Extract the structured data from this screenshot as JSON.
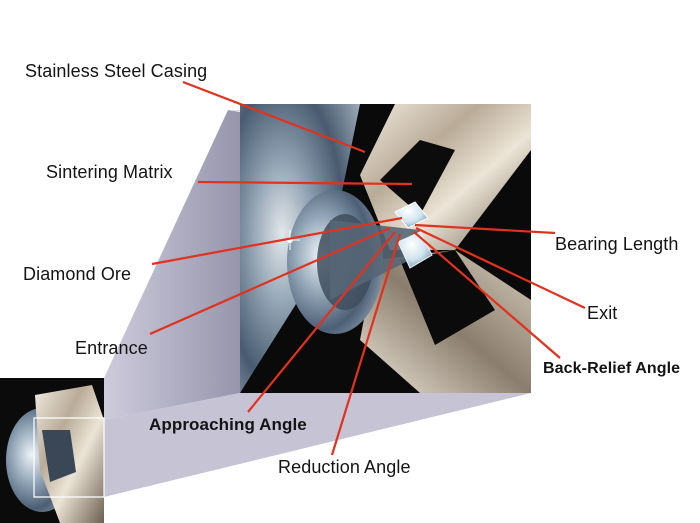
{
  "diagram": {
    "labels": {
      "stainless_steel_casing": "Stainless Steel Casing",
      "sintering_matrix": "Sintering Matrix",
      "diamond_ore": "Diamond Ore",
      "entrance": "Entrance",
      "approaching_angle": "Approaching Angle",
      "reduction_angle": "Reduction Angle",
      "bearing_length": "Bearing Length",
      "exit": "Exit",
      "back_relief_angle": "Back-Relief Angle"
    },
    "colors": {
      "leader_line": "#e0321e",
      "background": "#ffffff",
      "panel_background": "#0a0a0a",
      "casing_highlight": "#e6dccd",
      "casing_shadow": "#6e6458",
      "gem": "#cfe3ee"
    }
  }
}
